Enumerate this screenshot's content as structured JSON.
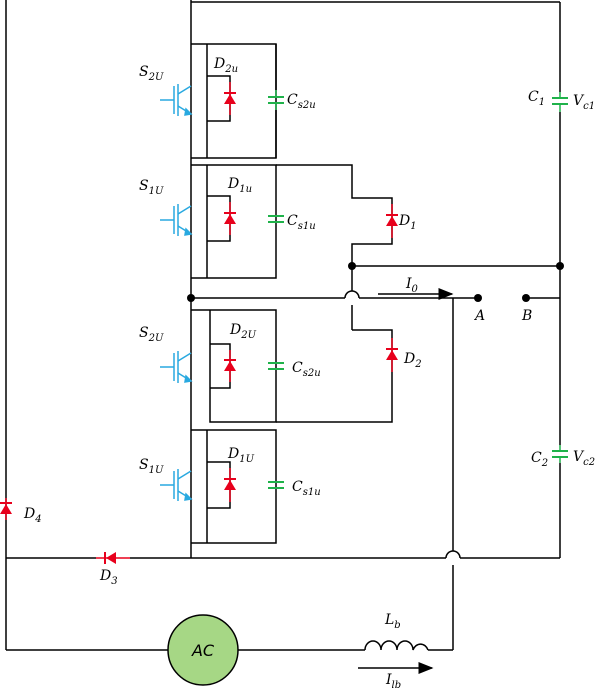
{
  "colors": {
    "wire": "#000000",
    "igbt": "#29a9e0",
    "diode": "#e8001c",
    "capacitor": "#1fb24a",
    "ac_source": "#a6d785"
  },
  "labels": {
    "s2u_top": {
      "main": "S",
      "sub": "2U"
    },
    "d2u_top": {
      "main": "D",
      "sub": "2u"
    },
    "cs2u_top": {
      "main": "C",
      "sub": "s2u"
    },
    "s1u_top": {
      "main": "S",
      "sub": "1U"
    },
    "d1u_top": {
      "main": "D",
      "sub": "1u"
    },
    "cs1u_top": {
      "main": "C",
      "sub": "s1u"
    },
    "d1": {
      "main": "D",
      "sub": "1"
    },
    "c1": {
      "main": "C",
      "sub": "1"
    },
    "vc1": {
      "main": "V",
      "sub": "c1"
    },
    "i0": {
      "main": "I",
      "sub": "0"
    },
    "a": {
      "main": "A"
    },
    "b": {
      "main": "B"
    },
    "s2u_bot": {
      "main": "S",
      "sub": "2U"
    },
    "d2u_bot": {
      "main": "D",
      "sub": "2U"
    },
    "cs2u_bot": {
      "main": "C",
      "sub": "s2u"
    },
    "d2": {
      "main": "D",
      "sub": "2"
    },
    "s1u_bot": {
      "main": "S",
      "sub": "1U"
    },
    "d1u_bot": {
      "main": "D",
      "sub": "1U"
    },
    "cs1u_bot": {
      "main": "C",
      "sub": "s1u"
    },
    "c2": {
      "main": "C",
      "sub": "2"
    },
    "vc2": {
      "main": "V",
      "sub": "c2"
    },
    "d4": {
      "main": "D",
      "sub": "4"
    },
    "d3": {
      "main": "D",
      "sub": "3"
    },
    "lb": {
      "main": "L",
      "sub": "b"
    },
    "ilb": {
      "main": "I",
      "sub": "lb"
    }
  },
  "ac_source": {
    "label": "AC"
  }
}
